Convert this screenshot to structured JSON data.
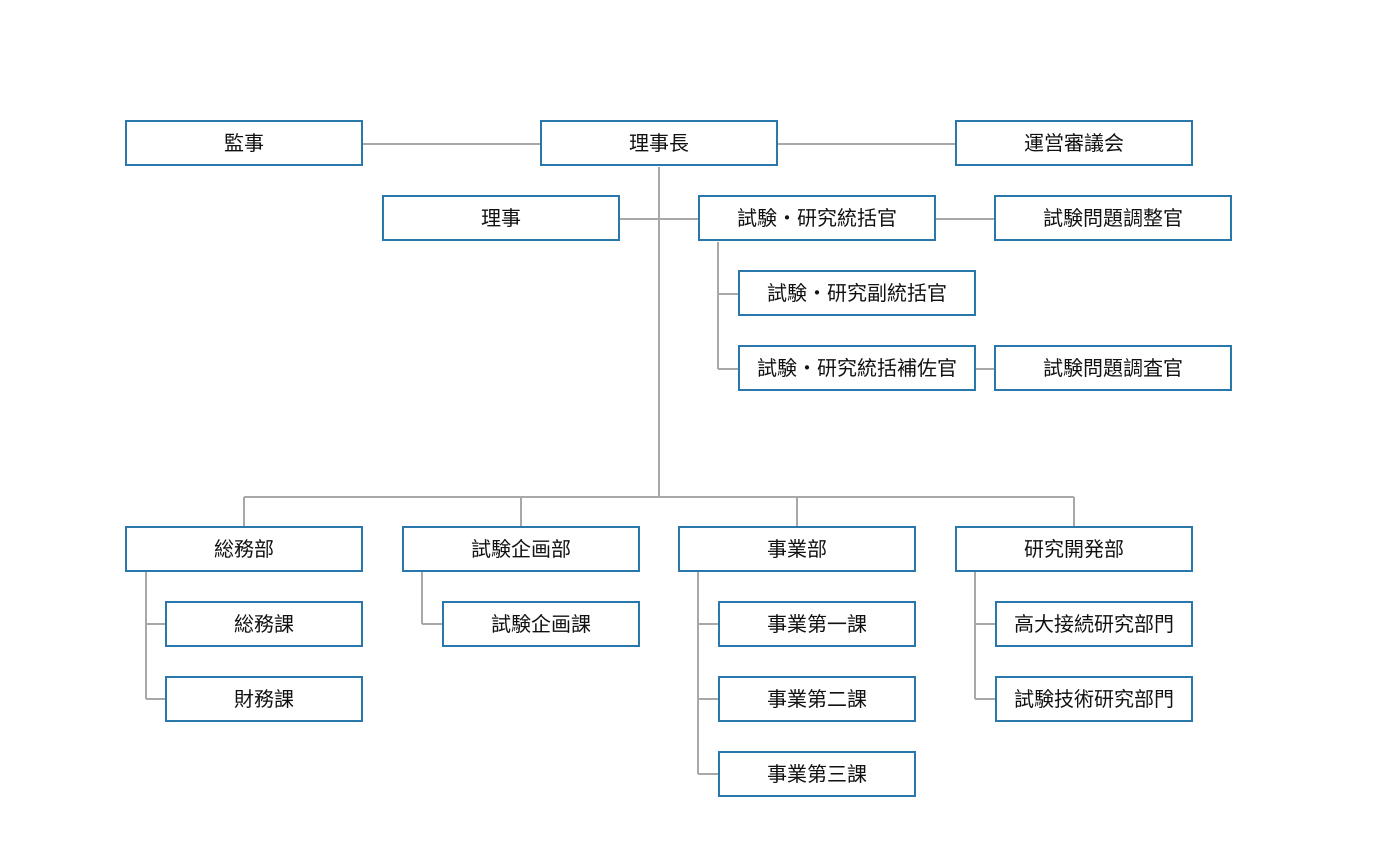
{
  "colors": {
    "box_border": "#2a78ab",
    "connector": "#a8a8a8",
    "text": "#111111",
    "background": "#ffffff"
  },
  "nodes": {
    "kanji": "監事",
    "rijicho": "理事長",
    "uneishingikai": "運営審議会",
    "riji": "理事",
    "tokatsukan": "試験・研究統括官",
    "shiken_mondai_choseikan": "試験問題調整官",
    "fuku_tokatsukan": "試験・研究副統括官",
    "tokatsu_hosakan": "試験・研究統括補佐官",
    "shiken_mondai_chosakan": "試験問題調査官",
    "somubu": "総務部",
    "somuka": "総務課",
    "zaimuka": "財務課",
    "shiken_kikakubu": "試験企画部",
    "shiken_kikakuka": "試験企画課",
    "jigyobu": "事業部",
    "jigyo_daiikka": "事業第一課",
    "jigyo_dainika": "事業第二課",
    "jigyo_daisanka": "事業第三課",
    "kenkyu_kaihatsubu": "研究開発部",
    "kodai_setsuzoku": "高大接続研究部門",
    "shiken_gijutsu": "試験技術研究部門"
  }
}
